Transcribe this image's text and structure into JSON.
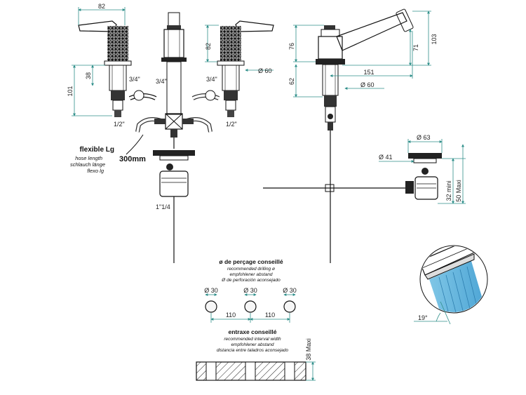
{
  "colors": {
    "dimension_line": "#2f8f8a",
    "ink": "#111111",
    "spray": "#7fc6e6",
    "drill_fill": "#f6f6f6"
  },
  "dimensions": {
    "front_handle_width": "82",
    "handle_height": "82",
    "front_body_height": "38",
    "front_total_height": "101",
    "thread_left": "3/4\"",
    "thread_center": "3/4\"",
    "thread_right": "3/4\"",
    "outlet_left": "1/2\"",
    "outlet_right": "1/2\"",
    "flange_diameter": "Ø 60",
    "side_top_height": "76",
    "side_lower_height": "62",
    "spout_height": "103",
    "spout_drop": "71",
    "spout_reach": "151",
    "side_flange_diameter": "Ø 60",
    "waste_cap_diameter": "Ø 63",
    "waste_body_diameter": "Ø 41",
    "waste_min": "32 mini",
    "waste_max": "50 Maxi",
    "waste_thread": "1\"1/4",
    "spray_angle": "19°"
  },
  "hose": {
    "title": "flexible Lg",
    "lines": [
      "hose length",
      "schlauch länge",
      "flexo lg"
    ],
    "length": "300mm"
  },
  "drilling": {
    "title": "ø de perçage conseillé",
    "lines": [
      "recommended drilling ø",
      "empfohlener abstand",
      "Ø de perforación aconsejado"
    ],
    "hole_diameter": "Ø 30",
    "spacing": "110"
  },
  "interval": {
    "title": "entraxe conseillé",
    "lines": [
      "recommended interval width",
      "empfohlener abstand",
      "distancia entre taladros aconsejado"
    ],
    "max_thickness": "38 Maxi"
  }
}
